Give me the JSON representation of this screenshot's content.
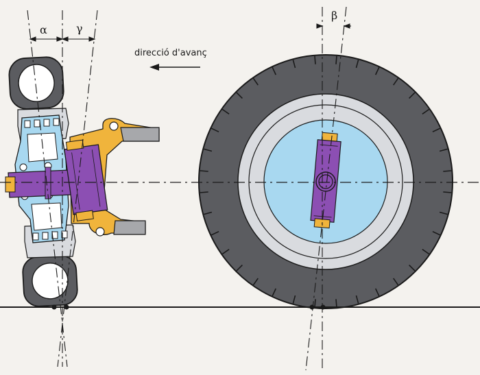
{
  "labels": {
    "alpha": "α",
    "gamma": "γ",
    "beta": "β",
    "direction": "direcció d'avanç"
  },
  "colors": {
    "tire_dark": "#5b5c60",
    "tire_ring": "#d9dbdf",
    "hub_blue": "#a8d8f0",
    "purple": "#8c4fb3",
    "orange": "#f0b43c",
    "arm_gray": "#a7a8ab",
    "line": "#1a1a1a"
  }
}
